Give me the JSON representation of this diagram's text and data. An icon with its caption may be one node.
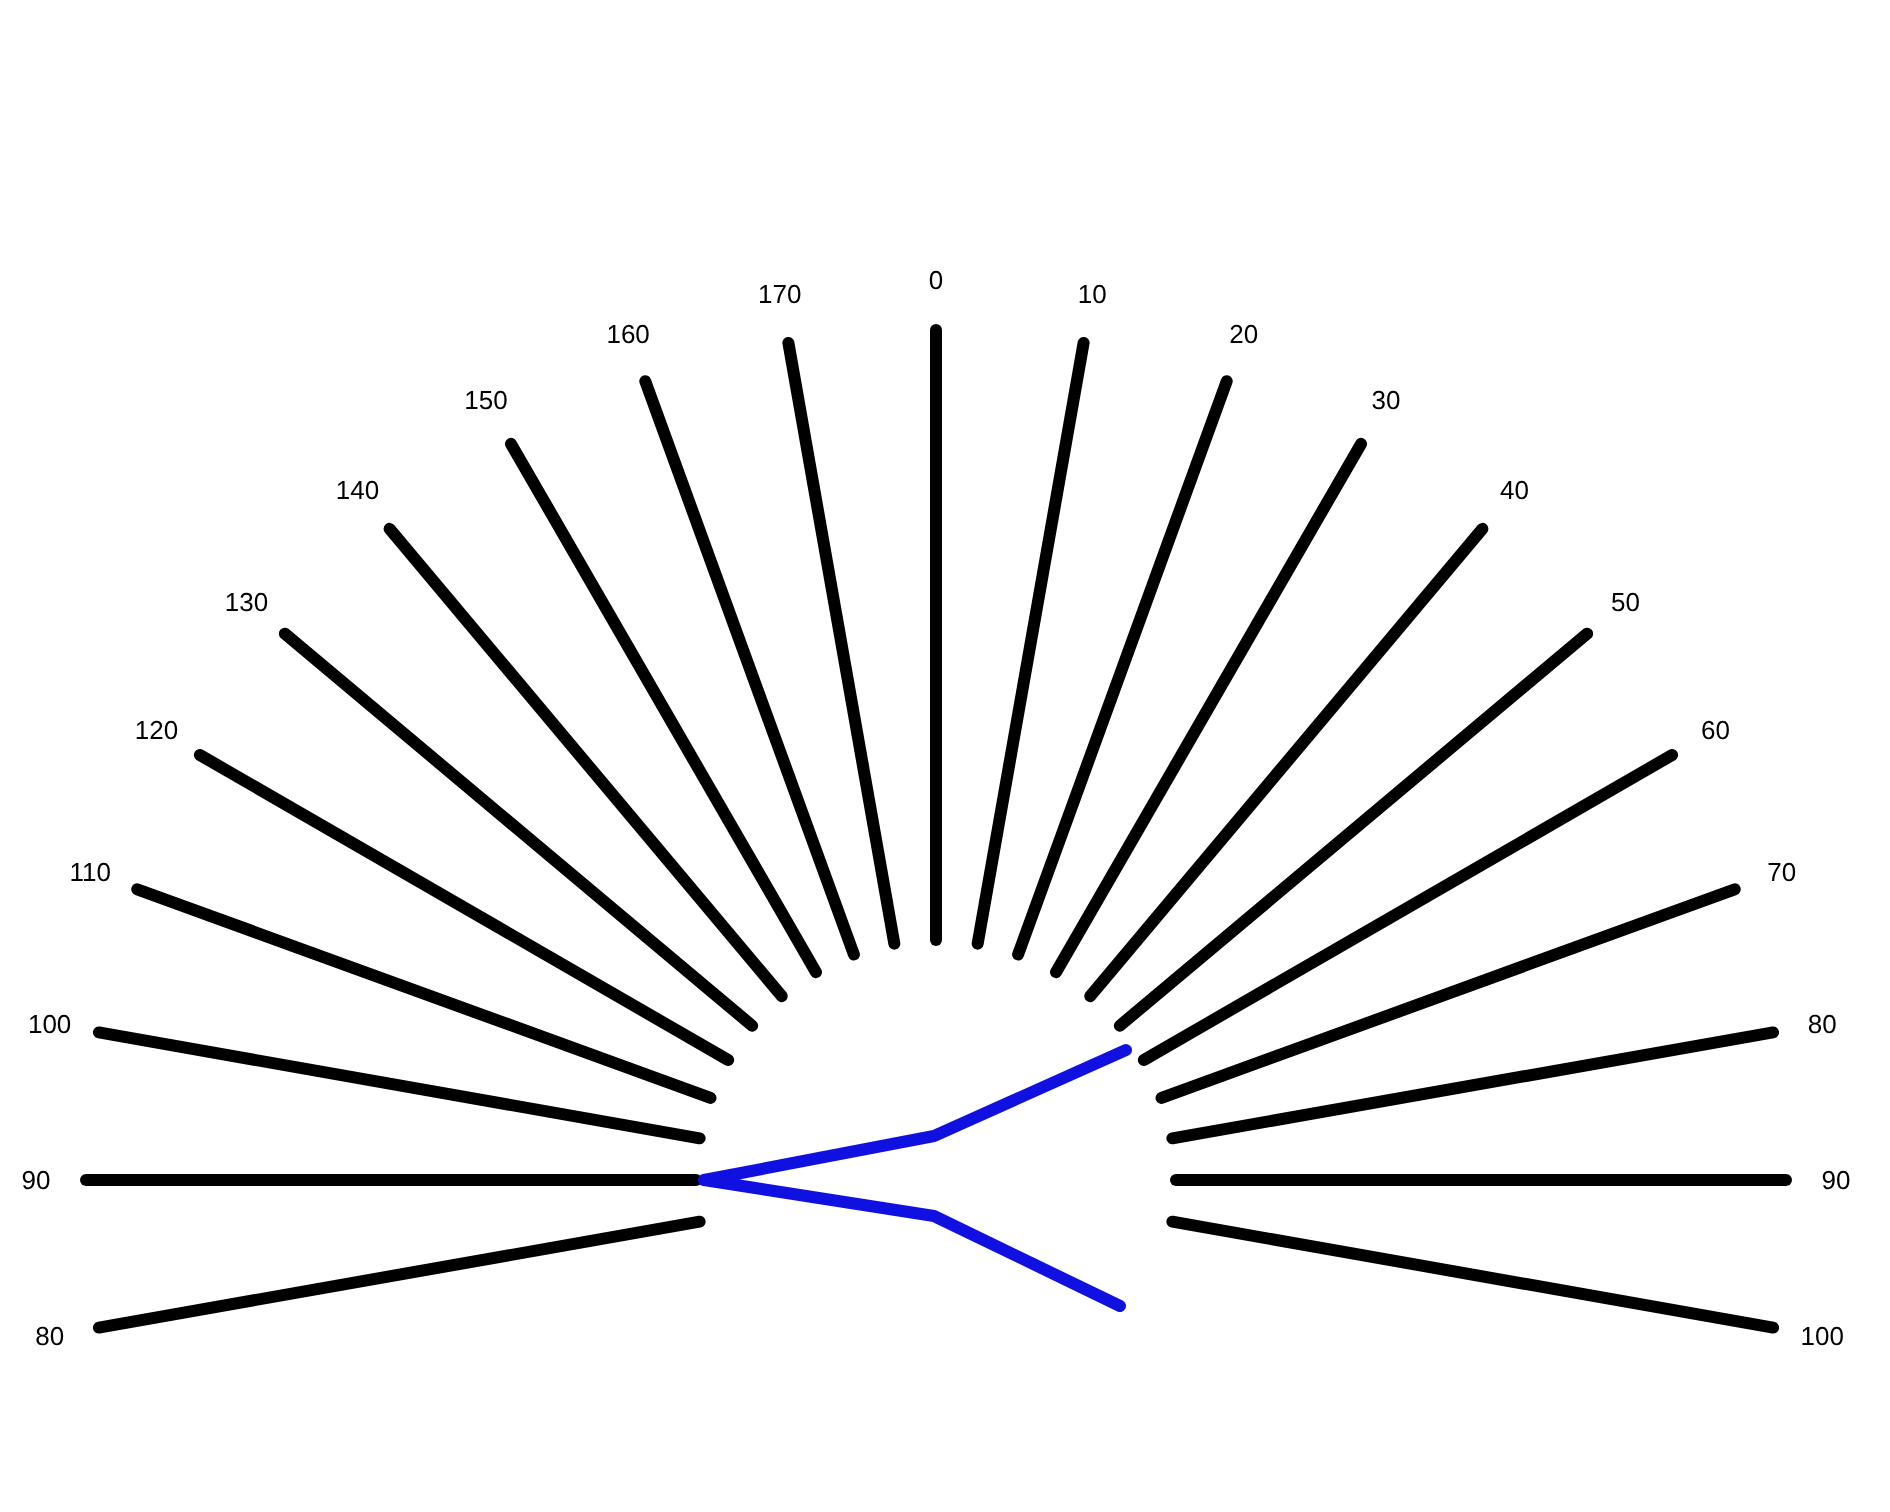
{
  "diagram": {
    "labels": [
      "80",
      "90",
      "100",
      "110",
      "120",
      "130",
      "140",
      "150",
      "160",
      "170",
      "0",
      "10",
      "20",
      "30",
      "40",
      "50",
      "60",
      "70",
      "80",
      "90",
      "100"
    ]
  }
}
